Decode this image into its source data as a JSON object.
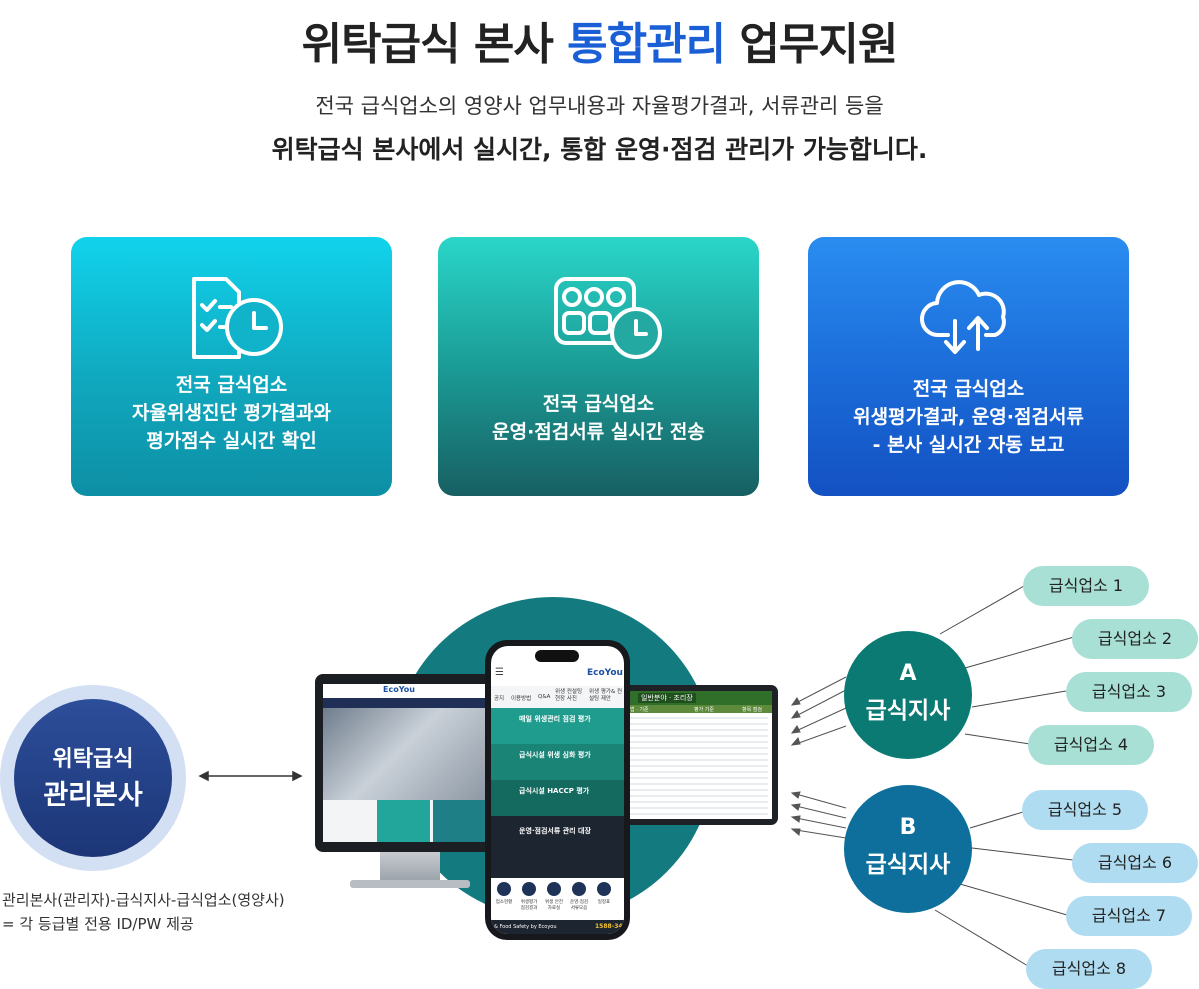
{
  "header": {
    "title_pre": "위탁급식 본사 ",
    "title_highlight": "통합관리",
    "title_post": " 업무지원",
    "subtitle1": "전국 급식업소의 영양사 업무내용과 자율평가결과, 서류관리 등을",
    "subtitle2": "위탁급식 본사에서 실시간, 통합 운영·점검 관리가 가능합니다."
  },
  "cards": [
    {
      "icon": "checklist-clock-icon",
      "lines": [
        "전국 급식업소",
        "자율위생진단 평가결과와",
        "평가점수 실시간 확인"
      ]
    },
    {
      "icon": "tray-clock-icon",
      "lines": [
        "전국 급식업소",
        "운영·점검서류 실시간 전송"
      ]
    },
    {
      "icon": "cloud-sync-icon",
      "lines": [
        "전국 급식업소",
        "위생평가결과, 운영·점검서류",
        "- 본사 실시간 자동 보고"
      ]
    }
  ],
  "hq": {
    "line1": "위탁급식",
    "line2": "관리본사",
    "note1": "관리본사(관리자)-급식지사-급식업소(영양사)",
    "note2": "= 각 등급별 전용 ID/PW 제공"
  },
  "phone": {
    "brand": "EcoYou",
    "nav": [
      "공지",
      "이용방법",
      "Q&A",
      "위생 컨설팅 현장 사진",
      "위생 평가& 컨설팅 제안"
    ],
    "menu": [
      {
        "title": "매일 위생관리 점검 평가"
      },
      {
        "title": "급식시설 위생 심화 평가"
      },
      {
        "title": "급식시설 HACCP 평가"
      },
      {
        "title": "운영·점검서류 관리 대장"
      }
    ],
    "bottom_icons": [
      "업소현황",
      "위생평가 점검결과",
      "위생 안전 자료실",
      "운영·점검 서류모음",
      "일정표"
    ],
    "footer": "& Food Safety by Ecoyou",
    "footer_phone": "1588-34"
  },
  "tablet": {
    "tab_label": "일반분야 · 조리장",
    "header_cols": [
      "법 · 기준",
      "평가 기준",
      "항목 점검"
    ]
  },
  "monitor": {
    "brand": "EcoYou"
  },
  "branches": [
    {
      "letter": "A",
      "label": "급식지사"
    },
    {
      "letter": "B",
      "label": "급식지사"
    }
  ],
  "sites": [
    "급식업소 1",
    "급식업소 2",
    "급식업소 3",
    "급식업소 4",
    "급식업소 5",
    "급식업소 6",
    "급식업소 7",
    "급식업소 8"
  ],
  "colors": {
    "accent": "#1a5fd6",
    "card1": "#11c6de",
    "card2": "#1b9c96",
    "card3": "#1a6ad8",
    "hq": "#1c3677",
    "branch_a": "#0b7a73",
    "branch_b": "#0f6f9c",
    "site_a": "#a8e0d6",
    "site_b": "#b0dcf1"
  }
}
